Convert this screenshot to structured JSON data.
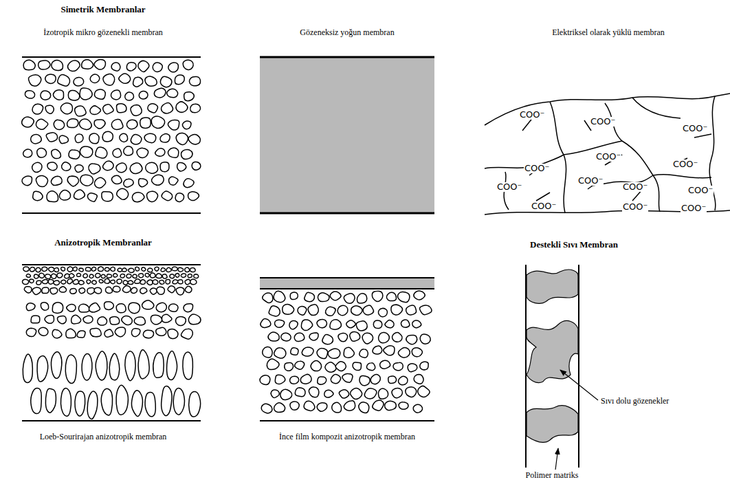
{
  "diagram": {
    "labels": [
      "Simetrik Membranlar",
      "İzotropik mikro gözenekli membran",
      "Gözeneksiz yoğun membran",
      "Elektriksel olarak yüklü membran",
      "COO⁻",
      "COO⁻",
      "COO⁻",
      "COO⁻",
      "COO⁻",
      "COO⁻",
      "COO⁻",
      "COO⁻",
      "COO⁻",
      "COO⁻",
      "COO⁻",
      "COO⁻",
      "COO⁻",
      "Anizotropik Membranlar",
      "Destekli Sıvı Membran",
      "Loeb-Sourirajan anizotropik membran",
      "İnce film kompozit anizotropik membran",
      "Sıvı dolu gözenekler",
      "Polimer matriks"
    ]
  }
}
